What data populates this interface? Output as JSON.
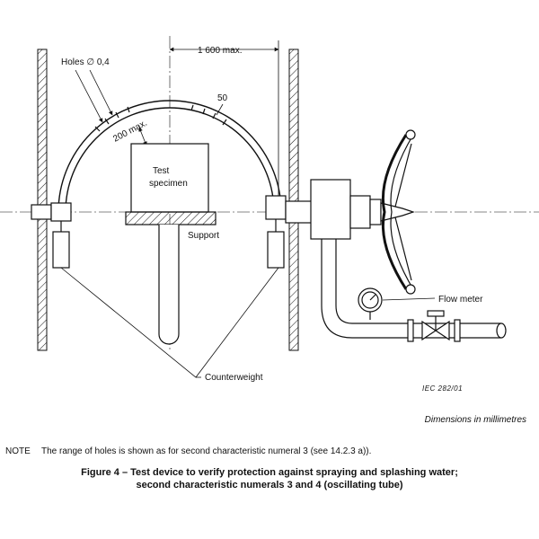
{
  "diagram": {
    "labels": {
      "holes": "Holes ∅ 0,4",
      "dim_1600": "1 600 max.",
      "dim_200": "200 max.",
      "dim_50": "50",
      "test": "Test",
      "specimen": "specimen",
      "support": "Support",
      "flow_meter": "Flow meter",
      "counterweight": "Counterweight"
    },
    "ref": "IEC   282/01"
  },
  "dims_note": "Dimensions in millimetres",
  "note": {
    "tag": "NOTE",
    "text": "The range of holes is shown as for second characteristic numeral 3 (see 14.2.3 a))."
  },
  "caption": {
    "line1": "Figure 4 – Test device to verify protection against spraying and splashing water;",
    "line2": "second characteristic numerals 3 and 4 (oscillating tube)"
  }
}
